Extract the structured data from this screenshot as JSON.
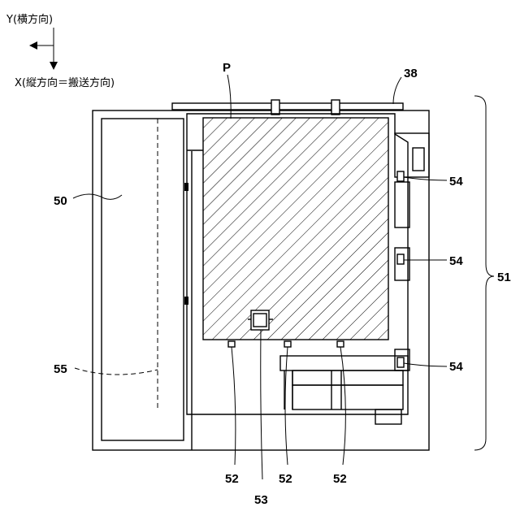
{
  "axes": {
    "y_label": "Y(横方向)",
    "x_label": "X(縦方向＝搬送方向)"
  },
  "labels": {
    "p": "P",
    "l38": "38",
    "l50": "50",
    "l51": "51",
    "l54a": "54",
    "l54b": "54",
    "l54c": "54",
    "l55": "55",
    "l52a": "52",
    "l52b": "52",
    "l52c": "52",
    "l53": "53"
  }
}
